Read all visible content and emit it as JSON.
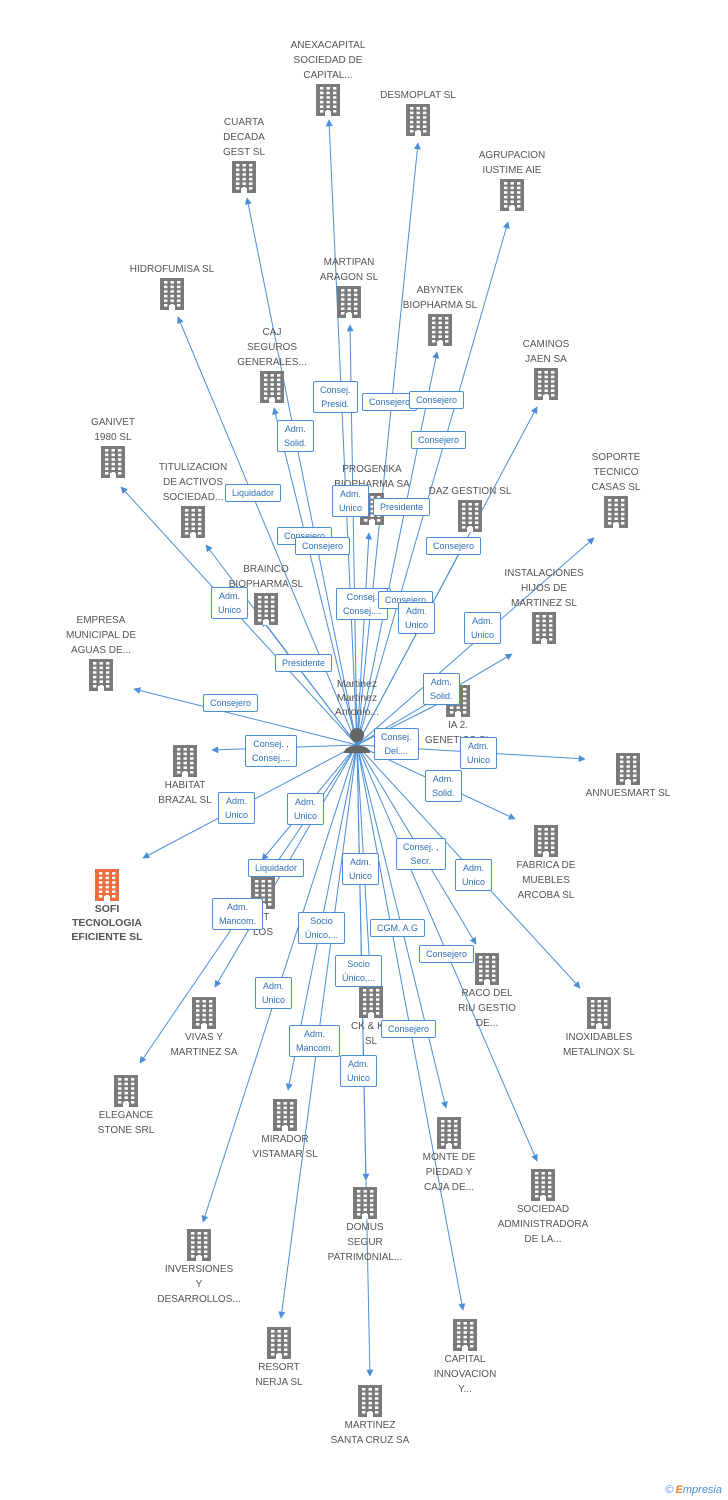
{
  "colors": {
    "edge": "#4a8fd6",
    "building": "#7a7a7a",
    "highlight": "#f26b3a",
    "label": "#555555",
    "edge_label": "#2f6fb5"
  },
  "center": {
    "label": "Martinez\nMartinez\nAntonio...",
    "icon": "person-icon"
  },
  "nodes": [
    {
      "id": "anexacapital",
      "label": "ANEXACAPITAL\nSOCIEDAD DE\nCAPITAL..."
    },
    {
      "id": "desmoplat",
      "label": "DESMOPLAT SL"
    },
    {
      "id": "cuarta-decada",
      "label": "CUARTA\nDECADA\nGEST SL"
    },
    {
      "id": "agrupacion",
      "label": "AGRUPACION\nIUSTIME AIE"
    },
    {
      "id": "hidrofumisa",
      "label": "HIDROFUMISA SL"
    },
    {
      "id": "martipan",
      "label": "MARTIPAN\nARAGON SL"
    },
    {
      "id": "abyntek",
      "label": "ABYNTEK\nBIOPHARMA SL"
    },
    {
      "id": "caja-seguros",
      "label": "CAJ\nSEGUROS\nGENERALES..."
    },
    {
      "id": "caminos-jaen",
      "label": "CAMINOS\nJAEN SA"
    },
    {
      "id": "ganivet",
      "label": "GANIVET\n1980 SL"
    },
    {
      "id": "titulizacion",
      "label": "TITULIZACION\nDE ACTIVOS\nSOCIEDAD..."
    },
    {
      "id": "progenika",
      "label": "PROGENIKA\nBIOPHARMA SA"
    },
    {
      "id": "daz-gestion",
      "label": "DAZ GESTION SL"
    },
    {
      "id": "soporte-tecnico",
      "label": "SOPORTE\nTECNICO\nCASAS  SL"
    },
    {
      "id": "brainco",
      "label": "BRAINCO\nBIOPHARMA SL"
    },
    {
      "id": "instalaciones",
      "label": "INSTALACIONES\nHIJOS DE\nMARTINEZ SL"
    },
    {
      "id": "empresa-municipal",
      "label": "EMPRESA\nMUNICIPAL DE\nAGUAS DE..."
    },
    {
      "id": "genetics",
      "label": "IA 2.\nGENETICS SL"
    },
    {
      "id": "habitat-brazal",
      "label": "HABITAT\nBRAZAL SL"
    },
    {
      "id": "annuesmart",
      "label": "ANNUESMART SL"
    },
    {
      "id": "fabrica-muebles",
      "label": "FABRICA DE\nMUEBLES\nARCOBA SL"
    },
    {
      "id": "sofi",
      "label": "SOFI\nTECNOLOGIA\nEFICIENTE SL",
      "highlight": true
    },
    {
      "id": "gest-los",
      "label": "ST\nLOS"
    },
    {
      "id": "raco-del-riu",
      "label": "RACO DEL\nRIU GESTIO\nDE..."
    },
    {
      "id": "vivas-martinez",
      "label": "VIVAS Y\nMARTINEZ SA"
    },
    {
      "id": "ck-kr",
      "label": "CK & KR\nSL"
    },
    {
      "id": "inoxidables",
      "label": "INOXIDABLES\nMETALINOX SL"
    },
    {
      "id": "elegance-stone",
      "label": "ELEGANCE\nSTONE SRL"
    },
    {
      "id": "mirador",
      "label": "MIRADOR\nVISTAMAR  SL"
    },
    {
      "id": "monte-piedad",
      "label": "MONTE DE\nPIEDAD Y\nCAJA DE..."
    },
    {
      "id": "sociedad-admin",
      "label": "SOCIEDAD\nADMINISTRADORA\nDE LA..."
    },
    {
      "id": "domus-segur",
      "label": "DOMUS\nSEGUR\nPATRIMONIAL..."
    },
    {
      "id": "inversiones",
      "label": "INVERSIONES\nY\nDESARROLLOS..."
    },
    {
      "id": "resort-nerja",
      "label": "RESORT\nNERJA SL"
    },
    {
      "id": "capital-innovacion",
      "label": "CAPITAL\nINNOVACION\nY..."
    },
    {
      "id": "martinez-santa-cruz",
      "label": "MARTINEZ\nSANTA CRUZ SA"
    }
  ],
  "edge_labels": [
    {
      "id": "e1",
      "text": "Consej.\nPresid."
    },
    {
      "id": "e2",
      "text": "Consejero"
    },
    {
      "id": "e3",
      "text": "Consejero"
    },
    {
      "id": "e4",
      "text": "Adm.\nSolid."
    },
    {
      "id": "e5",
      "text": "Consejero"
    },
    {
      "id": "e6",
      "text": "Liquidador"
    },
    {
      "id": "e7",
      "text": "Adm.\nUnico"
    },
    {
      "id": "e8",
      "text": "Presidente"
    },
    {
      "id": "e9",
      "text": "Consejero"
    },
    {
      "id": "e10",
      "text": "Consejero"
    },
    {
      "id": "e11",
      "text": "Consejero"
    },
    {
      "id": "e12",
      "text": "Adm.\nUnico"
    },
    {
      "id": "e13",
      "text": "Consejero"
    },
    {
      "id": "e14",
      "text": "Consej.\nConsej...."
    },
    {
      "id": "e15",
      "text": "Consejero"
    },
    {
      "id": "e16",
      "text": "Adm.\nUnico"
    },
    {
      "id": "e17",
      "text": "Adm.\nUnico"
    },
    {
      "id": "e18",
      "text": "Presidente"
    },
    {
      "id": "e19",
      "text": "Consejero"
    },
    {
      "id": "e20",
      "text": "Adm.\nSolid."
    },
    {
      "id": "e21",
      "text": "Consej. ,\nConsej...."
    },
    {
      "id": "e22",
      "text": "Consej.\nDel...."
    },
    {
      "id": "e23",
      "text": "Adm.\nUnico"
    },
    {
      "id": "e24",
      "text": "Adm.\nSolid."
    },
    {
      "id": "e25",
      "text": "Adm.\nUnico"
    },
    {
      "id": "e26",
      "text": "Adm.\nUnico"
    },
    {
      "id": "e27",
      "text": "Consej. ,\nSecr."
    },
    {
      "id": "e28",
      "text": "Liquidador"
    },
    {
      "id": "e29",
      "text": "Adm.\nUnico"
    },
    {
      "id": "e30",
      "text": "Adm.\nUnico"
    },
    {
      "id": "e31",
      "text": "Adm.\nMancom."
    },
    {
      "id": "e32",
      "text": "Socio\nÚnico,..."
    },
    {
      "id": "e33",
      "text": "CGM. A.G"
    },
    {
      "id": "e34",
      "text": "Consejero"
    },
    {
      "id": "e35",
      "text": "Socio\nÚnico,..."
    },
    {
      "id": "e36",
      "text": "Adm.\nUnico"
    },
    {
      "id": "e37",
      "text": "Consejero"
    },
    {
      "id": "e38",
      "text": "Adm.\nMancom."
    },
    {
      "id": "e39",
      "text": "Adm.\nUnico"
    }
  ],
  "footer": {
    "copyright": "©",
    "brand_initial": "E",
    "brand_rest": "mpresia"
  }
}
